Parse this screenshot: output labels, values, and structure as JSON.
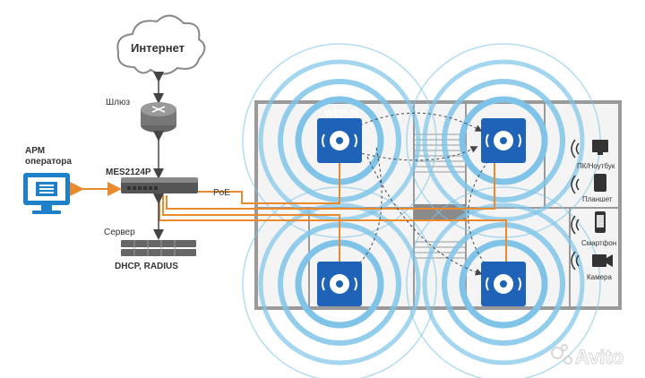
{
  "labels": {
    "internet": "Интернет",
    "gateway": "Шлюз",
    "workstation": "АРМ\nоператора",
    "switch": "MES2124P",
    "poe": "PoE",
    "server": "Сервер",
    "dhcp": "DHCP, RADIUS",
    "ap": "WEP-2L",
    "pc": "ПК/Ноутбук",
    "tablet": "Планшет",
    "phone": "Смартфон",
    "camera": "Камера"
  },
  "watermark": "Avito",
  "colors": {
    "access_point": "#1e63b8",
    "poe_cable": "#e98a2e",
    "wifi_ring": "#7fc4e8",
    "workstation": "#1e80c8"
  }
}
